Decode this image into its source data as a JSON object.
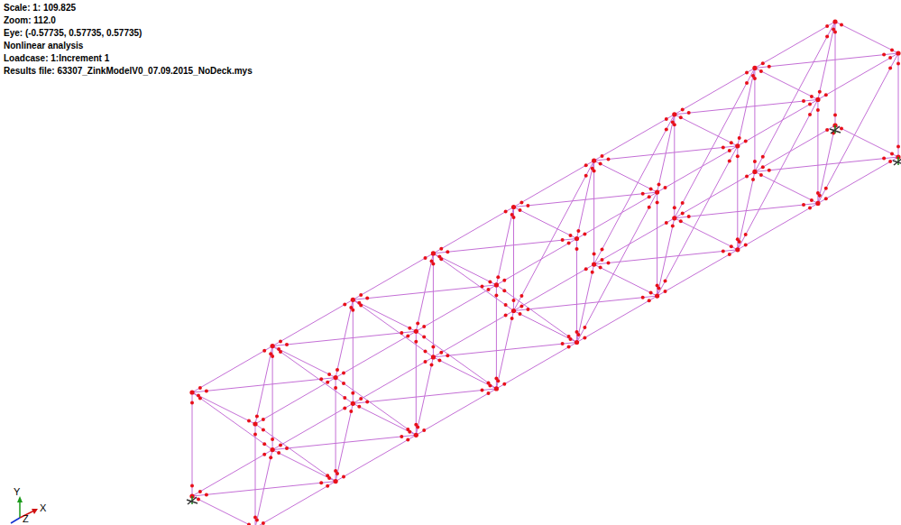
{
  "diagram": {
    "labels": [
      "Scale: 1: 109.825",
      "Zoom: 112.0",
      "Eye: (-0.57735, 0.57735, 0.57735)",
      "Nonlinear analysis",
      "Loadcase: 1:Increment 1",
      "Results file: 63307_ZinkModelV0_07.09.2015_NoDeck.mys",
      "Y",
      "X",
      "Z"
    ]
  }
}
